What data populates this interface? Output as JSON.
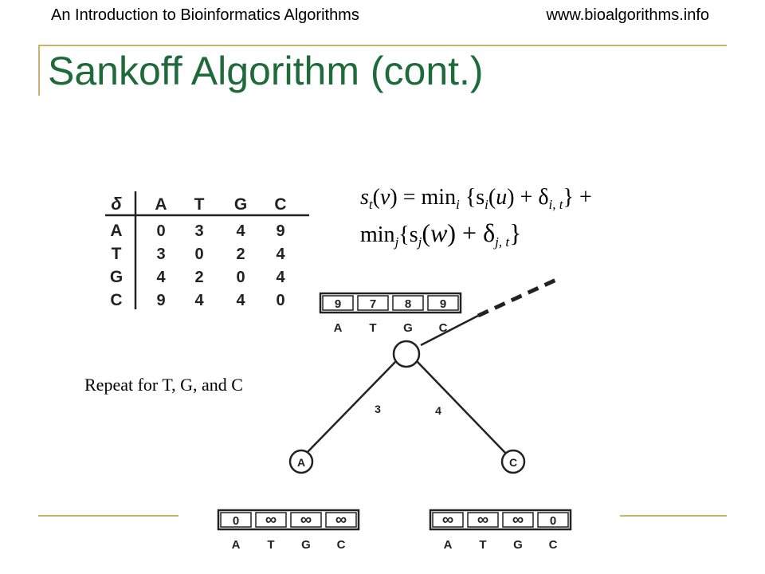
{
  "header": {
    "left": "An Introduction to Bioinformatics Algorithms",
    "right": "www.bioalgorithms.info"
  },
  "title": "Sankoff Algorithm (cont.)",
  "formula": {
    "s": "s",
    "t": "t",
    "v": "v",
    "eq_min": ") = min",
    "i": "i",
    "brace_open_s": "{s",
    "u": "u",
    "plus_delta": ") + δ",
    "it": "i, t",
    "close_plus": "} +",
    "min": "min",
    "j": "j",
    "brace_open_s2": "{s",
    "w": "w",
    "plus_delta2": ") + δ",
    "jt": "j, t",
    "close": "}"
  },
  "cost_table": {
    "corner": "δ",
    "columns": [
      "A",
      "T",
      "G",
      "C"
    ],
    "rows": [
      {
        "label": "A",
        "values": [
          "0",
          "3",
          "4",
          "9"
        ]
      },
      {
        "label": "T",
        "values": [
          "3",
          "0",
          "2",
          "4"
        ]
      },
      {
        "label": "G",
        "values": [
          "4",
          "2",
          "0",
          "4"
        ]
      },
      {
        "label": "C",
        "values": [
          "9",
          "4",
          "4",
          "0"
        ]
      }
    ]
  },
  "repeat_text": "Repeat for T, G, and C",
  "tree": {
    "root_scores": [
      "9",
      "7",
      "8",
      "9"
    ],
    "root_labels": [
      "A",
      "T",
      "G",
      "C"
    ],
    "left_edge_weight": "3",
    "right_edge_weight": "4",
    "left_leaf": "A",
    "right_leaf": "C",
    "left_scores": [
      "0",
      "∞",
      "∞",
      "∞"
    ],
    "left_labels": [
      "A",
      "T",
      "G",
      "C"
    ],
    "right_scores": [
      "∞",
      "∞",
      "∞",
      "0"
    ],
    "right_labels": [
      "A",
      "T",
      "G",
      "C"
    ]
  }
}
